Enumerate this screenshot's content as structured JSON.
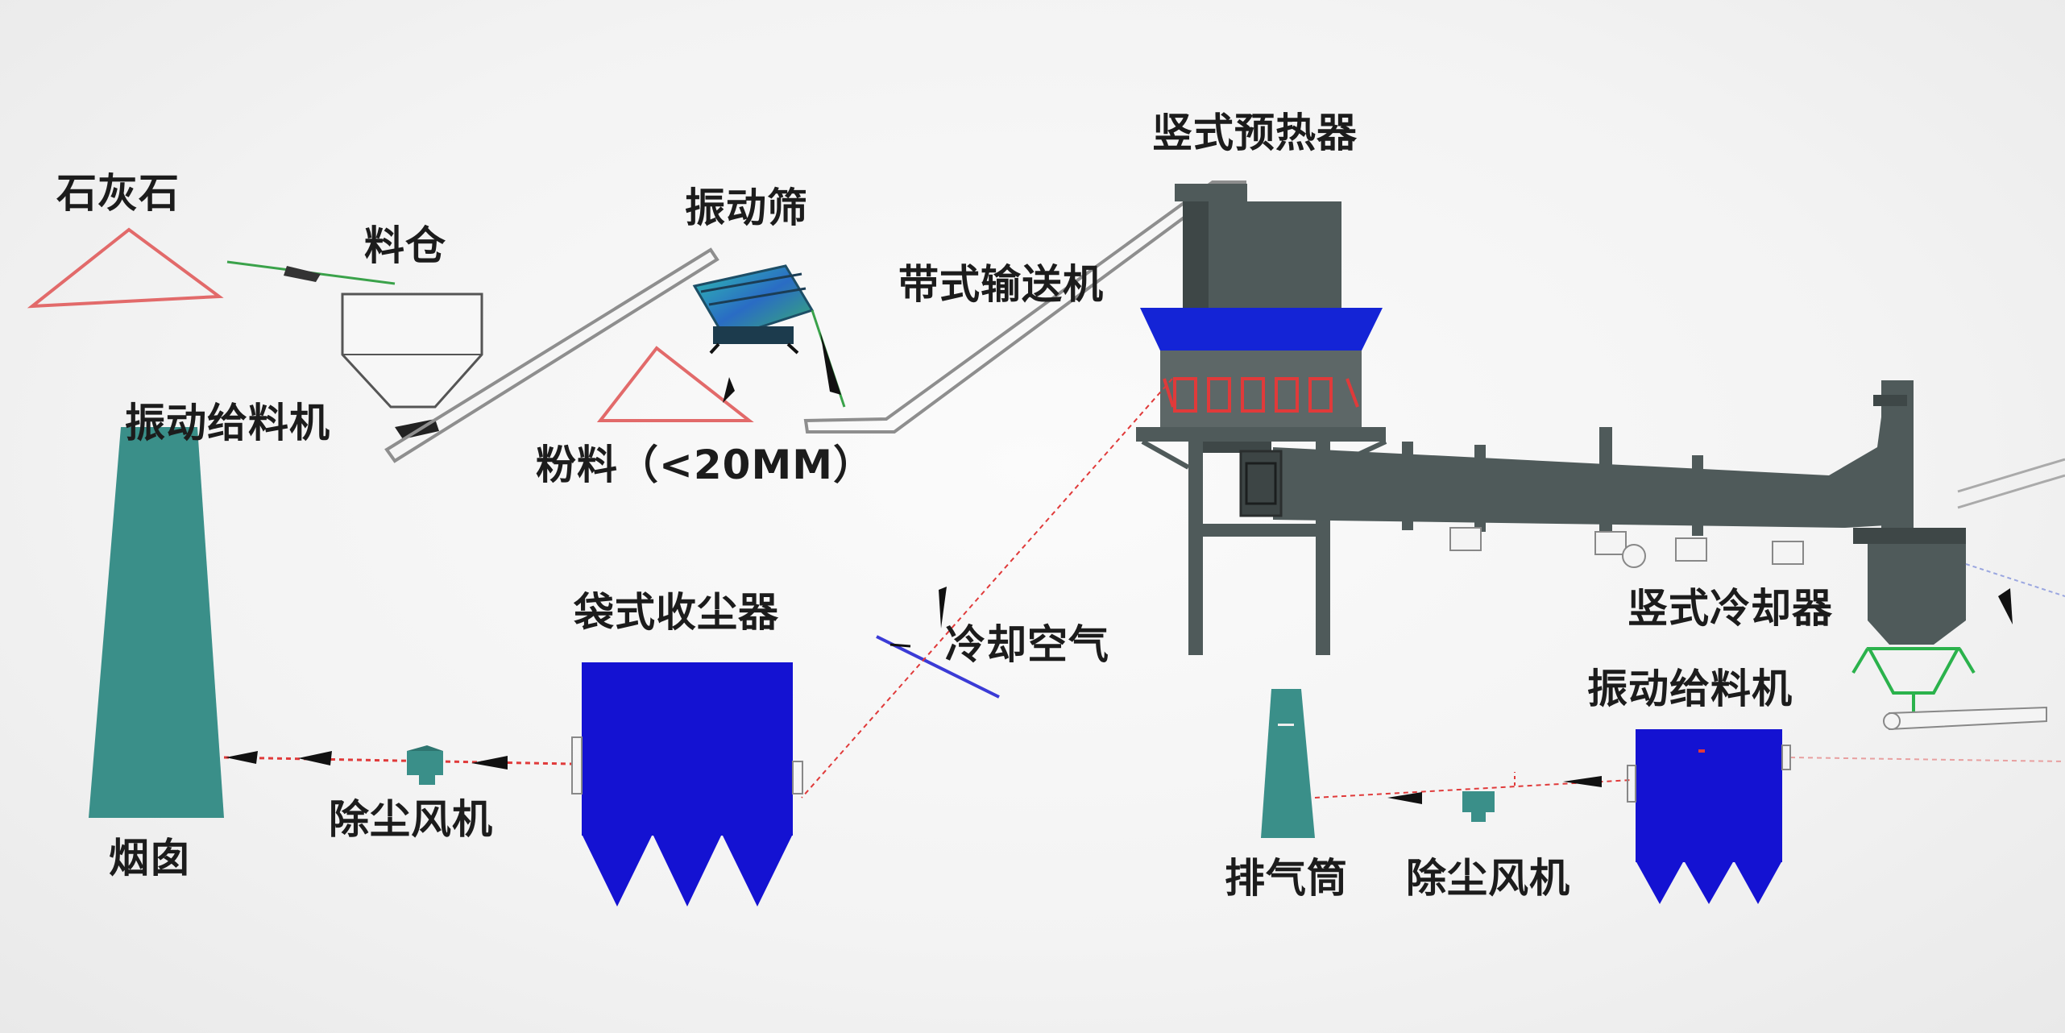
{
  "labels": {
    "limestone": "石灰石",
    "silo": "料仓",
    "vibrating_screen": "振动筛",
    "belt_conveyor": "带式输送机",
    "vertical_preheater": "竖式预热器",
    "vibrating_feeder_left": "振动给料机",
    "fine_material": "粉料（<20MM）",
    "chimney": "烟囱",
    "dust_fan_left": "除尘风机",
    "bag_dust_collector": "袋式收尘器",
    "cooling_air": "冷却空气",
    "vertical_cooler": "竖式冷却器",
    "vibrating_feeder_right": "振动给料机",
    "exhaust_stack": "排气筒",
    "dust_fan_right": "除尘风机"
  },
  "colors": {
    "kiln_gray": "#4f5a5a",
    "preheater_cap": "#1424d6",
    "collector_blue": "#1412d2",
    "chimney_teal": "#3a8f89",
    "flue_red": "#e03a3a",
    "pile_outline": "#e26a6a",
    "conveyor_outline": "#9a9a9a",
    "feeder_green": "#2bb24c",
    "cooling_line_blue": "#3b3bd6"
  },
  "icons": [
    "limestone-pile",
    "silo",
    "vibrating-screen",
    "belt-conveyor",
    "vertical-preheater",
    "rotary-kiln",
    "vertical-cooler",
    "chimney",
    "bag-dust-collector",
    "dust-fan",
    "exhaust-stack",
    "flow-arrow"
  ]
}
